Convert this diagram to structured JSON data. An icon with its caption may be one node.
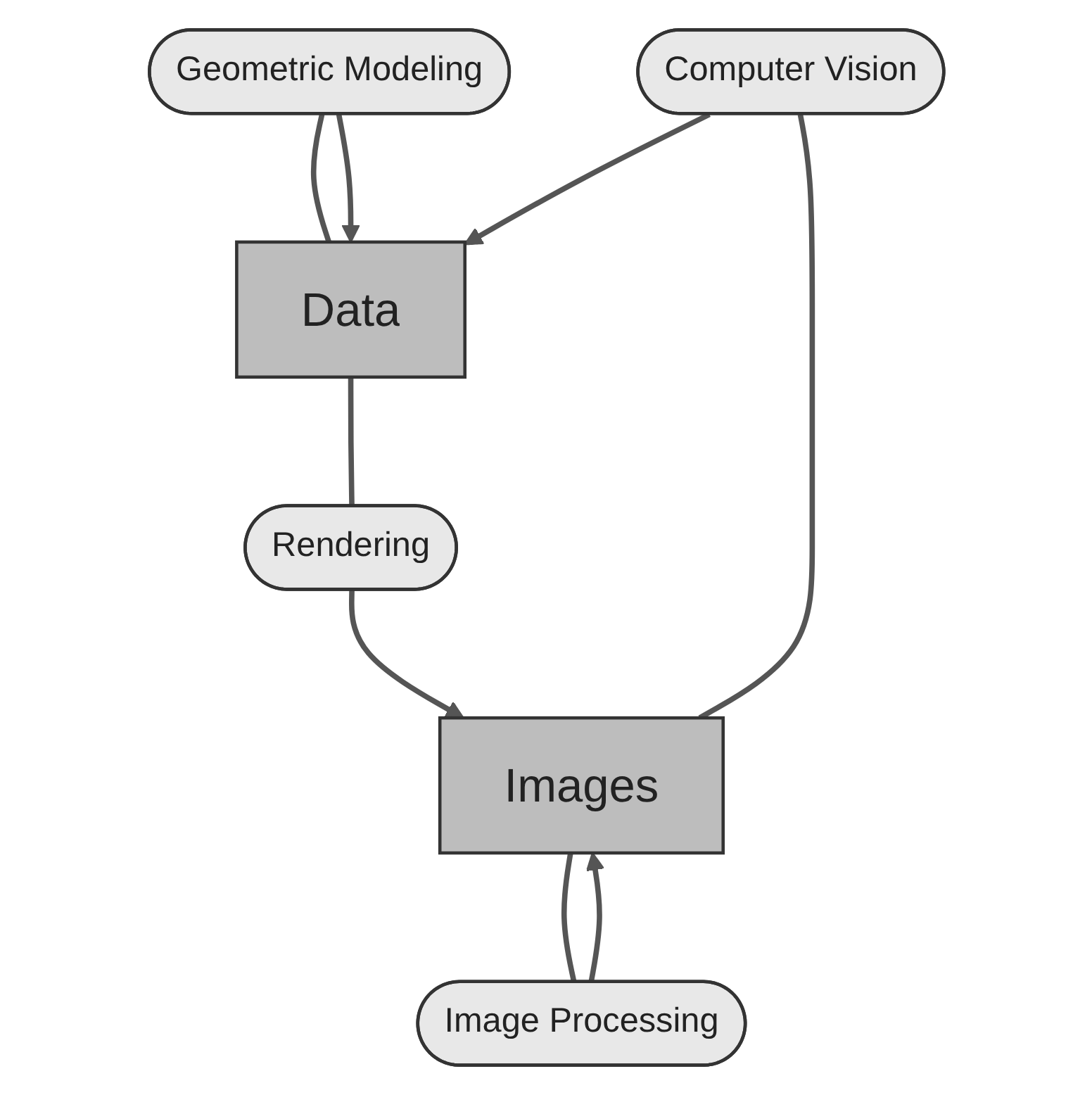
{
  "diagram": {
    "nodes": [
      {
        "text": [
          "Geometric Modeling"
        ]
      },
      {
        "text": [
          "Data"
        ]
      },
      {
        "text": [
          "Computer Vision"
        ]
      },
      {
        "text": [
          "Rendering"
        ]
      },
      {
        "text": [
          "Images"
        ]
      },
      {
        "text": [
          "Image Processing"
        ]
      }
    ],
    "edges": [
      {
        "from": 0,
        "to": 1,
        "arrow": "none"
      },
      {
        "from": 0,
        "to": 1,
        "arrow": "to"
      },
      {
        "from": 2,
        "to": 1,
        "arrow": "to"
      },
      {
        "from": 1,
        "to": 3,
        "arrow": "none"
      },
      {
        "from": 2,
        "to": 4,
        "arrow": "none"
      },
      {
        "from": 3,
        "to": 4,
        "arrow": "to"
      },
      {
        "from": 5,
        "to": 4,
        "arrow": "to"
      },
      {
        "from": 4,
        "to": 5,
        "arrow": "none"
      }
    ]
  }
}
